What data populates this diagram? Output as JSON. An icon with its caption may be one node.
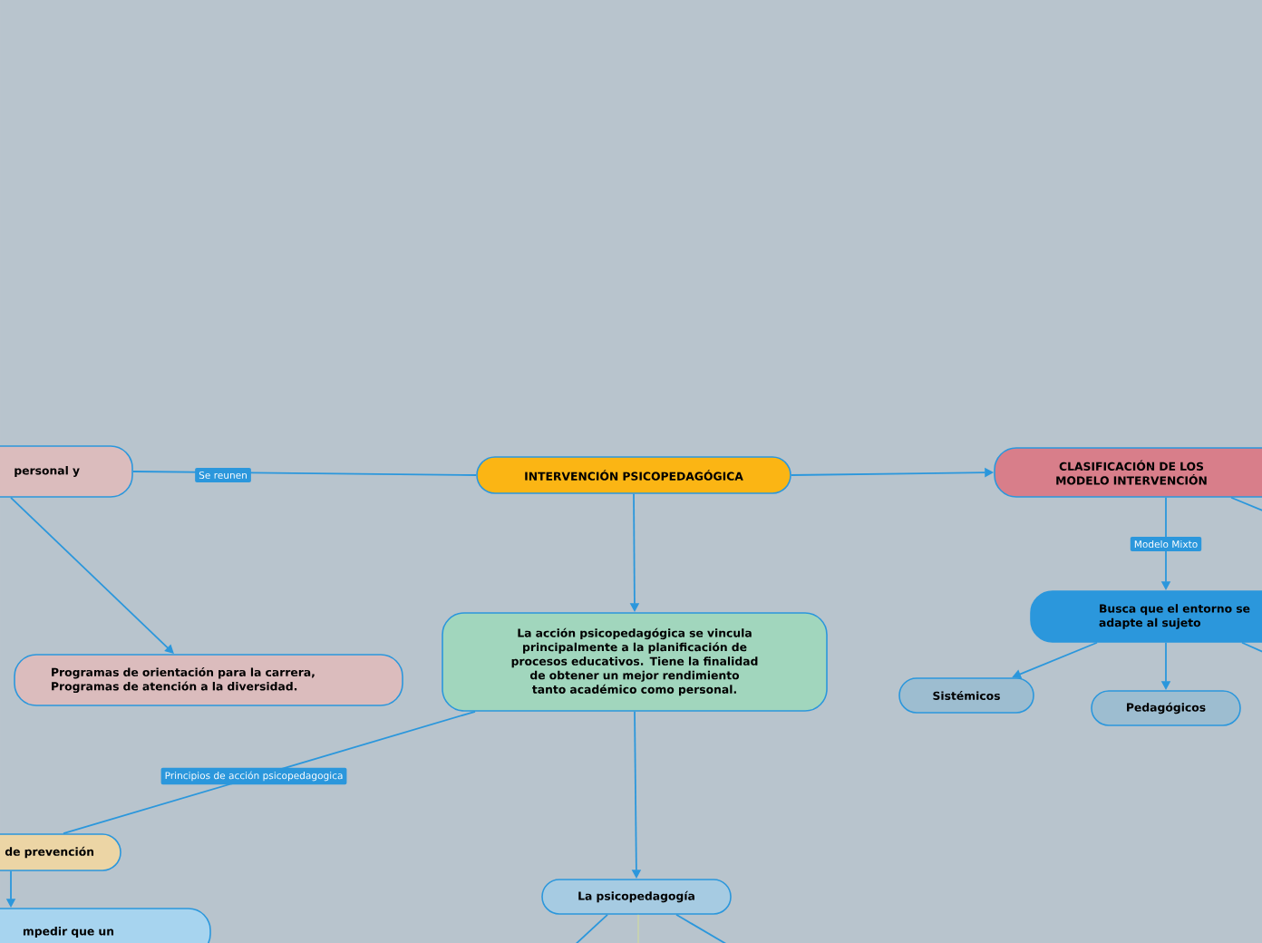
{
  "diagram": {
    "nodes": [
      {
        "text": [
          "personal y"
        ]
      },
      {
        "text": [
          "INTERVENCIÓN PSICOPEDAGÓGICA"
        ]
      },
      {
        "text": [
          "CLASIFICACIÓN DE LOS MODELO INTERVENCIÓN"
        ]
      },
      {
        "text": [
          "Programas de orientación para la carrera, Programas de atención a la diversidad."
        ]
      },
      {
        "text": [
          "La acción psicopedagógica se vincula principalmente a la planificación de procesos educativos. Tiene la finalidad de obtener un mejor rendimiento tanto académico como personal."
        ]
      },
      {
        "text": [
          "Busca que el entorno se adapte al sujeto"
        ]
      },
      {
        "text": [
          "Sistémicos"
        ]
      },
      {
        "text": [
          "Pedagógicos"
        ]
      },
      {
        "text": [
          "de prevención"
        ]
      },
      {
        "text": [
          "mpedir que un"
        ]
      },
      {
        "text": [
          "La psicopedagogía"
        ]
      }
    ],
    "edges": [
      {
        "from": 1,
        "to": 0,
        "arrow": "none",
        "label": "Se reunen"
      },
      {
        "from": 1,
        "to": 2,
        "arrow": "to"
      },
      {
        "from": 1,
        "to": 4,
        "arrow": "to"
      },
      {
        "from": 0,
        "to": 3,
        "arrow": "to"
      },
      {
        "from": 2,
        "to": 5,
        "arrow": "to",
        "label": "Modelo Mixto"
      },
      {
        "from": 5,
        "to": 6,
        "arrow": "to"
      },
      {
        "from": 5,
        "to": 7,
        "arrow": "to"
      },
      {
        "from": 5,
        "to": null,
        "arrow": "none"
      },
      {
        "from": 2,
        "to": null,
        "arrow": "none"
      },
      {
        "from": 4,
        "to": 8,
        "arrow": "none",
        "label": "Principios de acción psicopedagogica"
      },
      {
        "from": 8,
        "to": 9,
        "arrow": "to"
      },
      {
        "from": 4,
        "to": 10,
        "arrow": "to"
      },
      {
        "from": 10,
        "to": null,
        "arrow": "none"
      },
      {
        "from": 10,
        "to": null,
        "arrow": "none"
      },
      {
        "from": 10,
        "to": null,
        "arrow": "none",
        "color": "#d4df96"
      }
    ]
  }
}
